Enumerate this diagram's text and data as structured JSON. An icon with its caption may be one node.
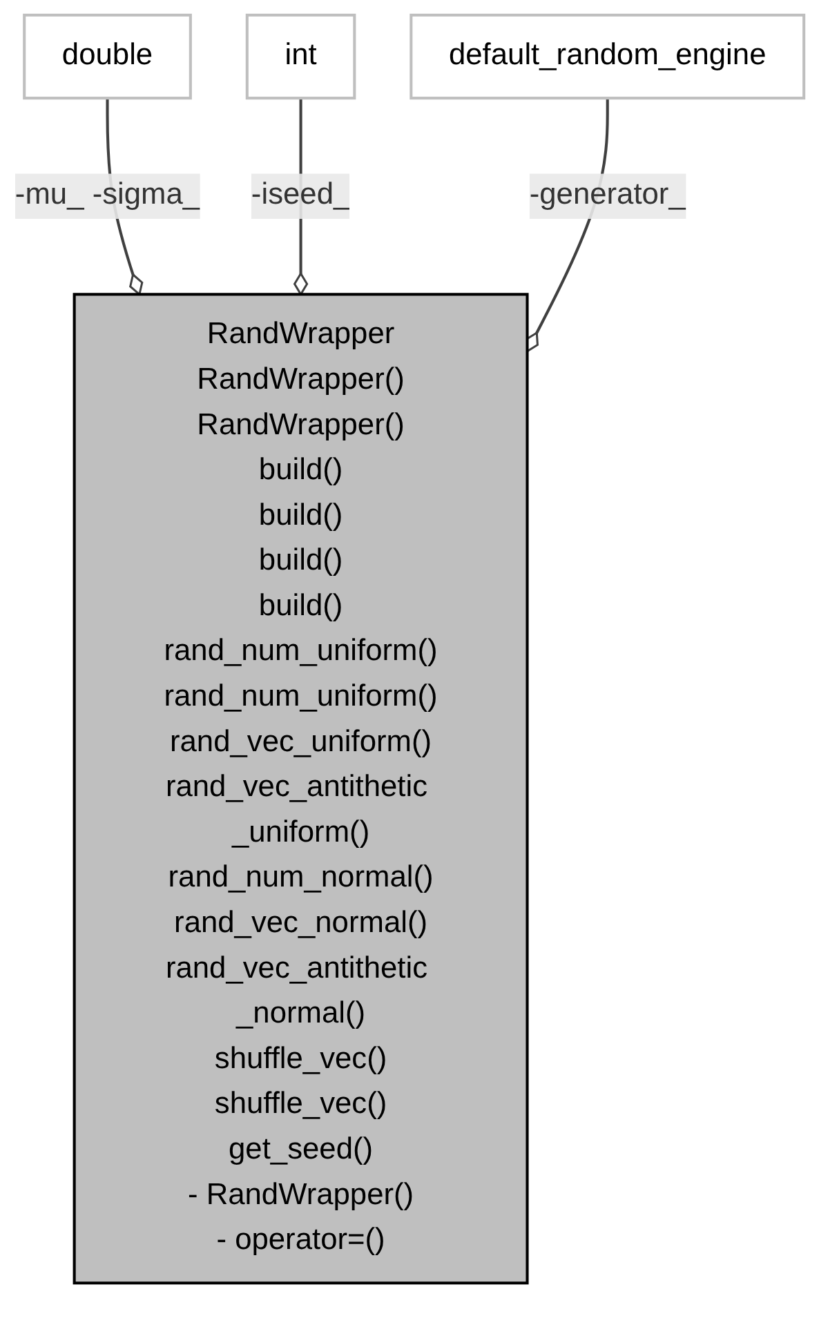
{
  "diagram": {
    "nodes": [
      {
        "text": [
          "double"
        ]
      },
      {
        "text": [
          "int"
        ]
      },
      {
        "text": [
          "default_random_engine"
        ]
      },
      {
        "text": [
          "RandWrapper",
          "RandWrapper()",
          "RandWrapper()",
          "build()",
          "build()",
          "build()",
          "build()",
          "rand_num_uniform()",
          "rand_num_uniform()",
          "rand_vec_uniform()",
          "rand_vec_antithetic _uniform()",
          "rand_num_normal()",
          "rand_vec_normal()",
          "rand_vec_antithetic _normal()",
          "shuffle_vec()",
          "shuffle_vec()",
          "get_seed()",
          "- RandWrapper()",
          "- operator=()"
        ]
      }
    ],
    "edges": [
      {
        "from": 0,
        "to": 3,
        "arrow": "other",
        "label": "-mu_ -sigma_"
      },
      {
        "from": 1,
        "to": 3,
        "arrow": "other",
        "label": "-iseed_"
      },
      {
        "from": 2,
        "to": 3,
        "arrow": "other",
        "label": "-generator_"
      }
    ]
  }
}
